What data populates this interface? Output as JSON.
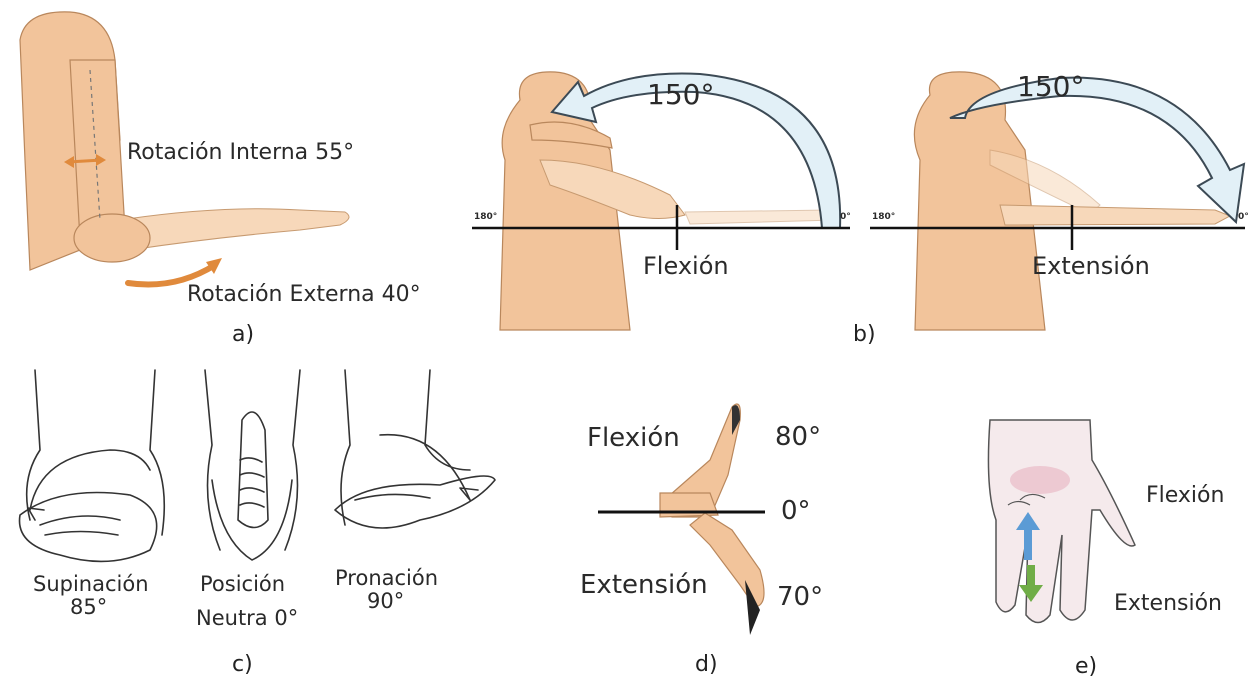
{
  "panel_a": {
    "internal_rotation": "Rotación Interna 55°",
    "external_rotation": "Rotación Externa 40°",
    "caption": "a)"
  },
  "panel_b": {
    "flexion_angle": "150°",
    "extension_angle": "150°",
    "scale_left_max": "180°",
    "scale_left_zero": "0°",
    "scale_right_max": "180°",
    "scale_right_zero": "0°",
    "flexion_label": "Flexión",
    "extension_label": "Extensión",
    "caption": "b)"
  },
  "panel_c": {
    "supination_line1": "Supinación",
    "supination_line2": "85°",
    "neutral_line1": "Posición",
    "neutral_line2": "Neutra 0°",
    "pronation_line1": "Pronación",
    "pronation_line2": "90°",
    "caption": "c)"
  },
  "panel_d": {
    "flexion_label": "Flexión",
    "flexion_angle": "80°",
    "zero_angle": "0°",
    "extension_label": "Extensión",
    "extension_angle": "70°",
    "caption": "d)"
  },
  "panel_e": {
    "flexion_label": "Flexión",
    "extension_label": "Extensión",
    "caption": "e)"
  },
  "colors": {
    "skin": "#f2c49b",
    "arc_arrow": "#e2f0f7",
    "rotation_arrow": "#e08a3c",
    "flexion_arrow": "#5b9bd5",
    "extension_arrow": "#70ad47"
  }
}
